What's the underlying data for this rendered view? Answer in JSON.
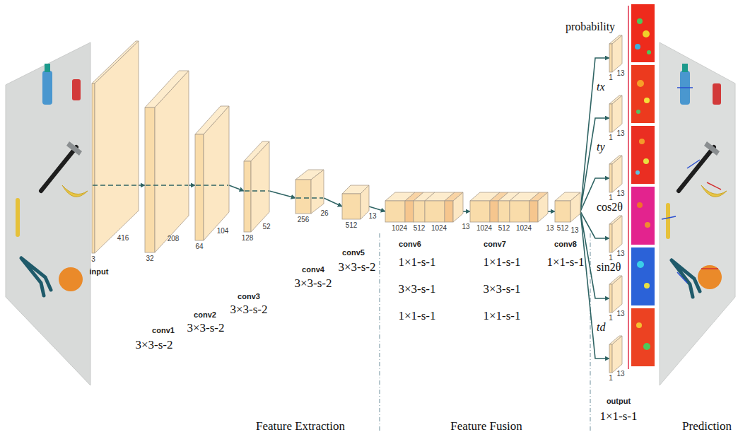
{
  "diagram": {
    "nodes": [
      {
        "text": [
          "3",
          "416",
          "input"
        ]
      },
      {
        "text": [
          "32",
          "208",
          "conv1",
          "3×3-s-2"
        ]
      },
      {
        "text": [
          "64",
          "104",
          "conv2",
          "3×3-s-2"
        ]
      },
      {
        "text": [
          "128",
          "52",
          "conv3",
          "3×3-s-2"
        ]
      },
      {
        "text": [
          "256",
          "26",
          "conv4",
          "3×3-s-2"
        ]
      },
      {
        "text": [
          "512",
          "13",
          "conv5",
          "3×3-s-2"
        ]
      },
      {
        "text": [
          "1024",
          "512",
          "1024",
          "13",
          "conv6",
          "1×1-s-1",
          "3×3-s-1",
          "1×1-s-1"
        ]
      },
      {
        "text": [
          "1024",
          "512",
          "1024",
          "13",
          "conv7",
          "1×1-s-1",
          "3×3-s-1",
          "1×1-s-1"
        ]
      },
      {
        "text": [
          "512",
          "13",
          "conv8",
          "1×1-s-1"
        ]
      },
      {
        "text": [
          "probability",
          "1",
          "13"
        ]
      },
      {
        "text": [
          "tx",
          "1",
          "13"
        ]
      },
      {
        "text": [
          "ty",
          "1",
          "13"
        ]
      },
      {
        "text": [
          "cos2θ",
          "1",
          "13"
        ]
      },
      {
        "text": [
          "sin2θ",
          "1",
          "13"
        ]
      },
      {
        "text": [
          "td",
          "1",
          "13"
        ]
      }
    ],
    "edges": [
      {
        "from": 0,
        "to": 1,
        "arrow": "to"
      },
      {
        "from": 1,
        "to": 2,
        "arrow": "to"
      },
      {
        "from": 2,
        "to": 3,
        "arrow": "to"
      },
      {
        "from": 3,
        "to": 4,
        "arrow": "to"
      },
      {
        "from": 4,
        "to": 5,
        "arrow": "to"
      },
      {
        "from": 5,
        "to": 6,
        "arrow": "to"
      },
      {
        "from": 6,
        "to": 7,
        "arrow": "to"
      },
      {
        "from": 7,
        "to": 8,
        "arrow": "to"
      },
      {
        "from": 8,
        "to": 9,
        "arrow": "to"
      },
      {
        "from": 8,
        "to": 10,
        "arrow": "to"
      },
      {
        "from": 8,
        "to": 11,
        "arrow": "to"
      },
      {
        "from": 8,
        "to": 12,
        "arrow": "to"
      },
      {
        "from": 8,
        "to": 13,
        "arrow": "to"
      },
      {
        "from": 8,
        "to": 14,
        "arrow": "to"
      }
    ],
    "labels": [
      "output",
      "1×1-s-1",
      "Feature Extraction",
      "Feature Fusion",
      "Prediction"
    ]
  }
}
